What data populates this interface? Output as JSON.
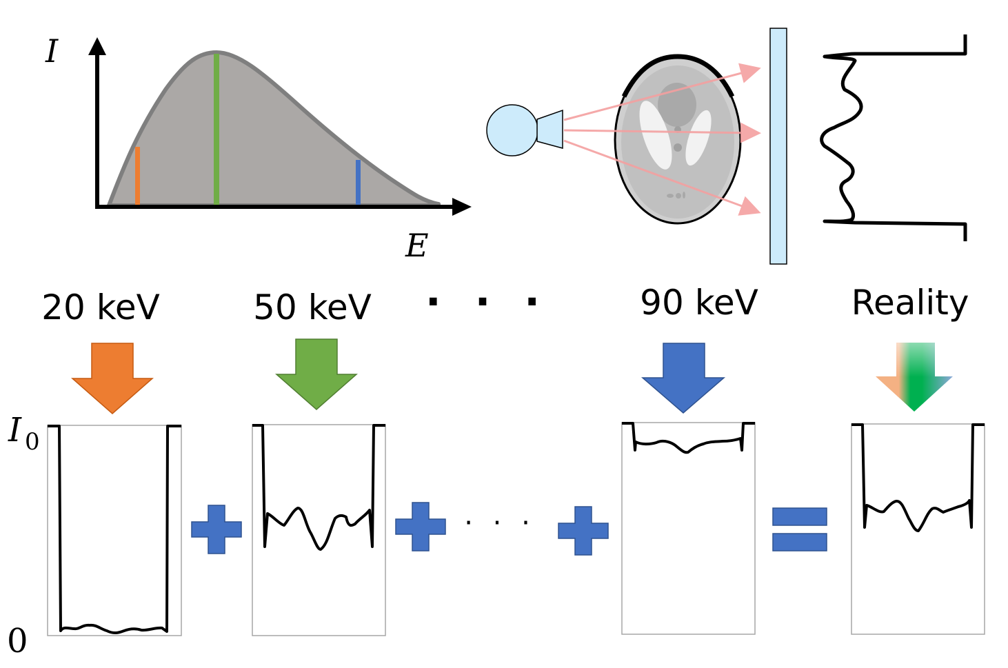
{
  "spectrum": {
    "y_label": "I",
    "x_label": "E"
  },
  "energies": [
    {
      "label": "20 keV",
      "color": "#ED7D31"
    },
    {
      "label": "50 keV",
      "color": "#70AD47"
    },
    {
      "label": "90 keV",
      "color": "#4472C4"
    },
    {
      "label": "Reality",
      "color": "gradient"
    }
  ],
  "ellipsis": "· · ·",
  "operator_ellipsis": "· · ·",
  "plot_axis": {
    "top_label": "I",
    "top_label_subscript": "0",
    "bottom_label": "0"
  },
  "colors": {
    "beam": "#F4A0A0",
    "detector": "#CDEBFB",
    "source": "#CDEBFB",
    "spectrum_fill": "#ABA8A6",
    "spectrum_outline": "#7F7F7F",
    "operator": "#4472C4"
  }
}
